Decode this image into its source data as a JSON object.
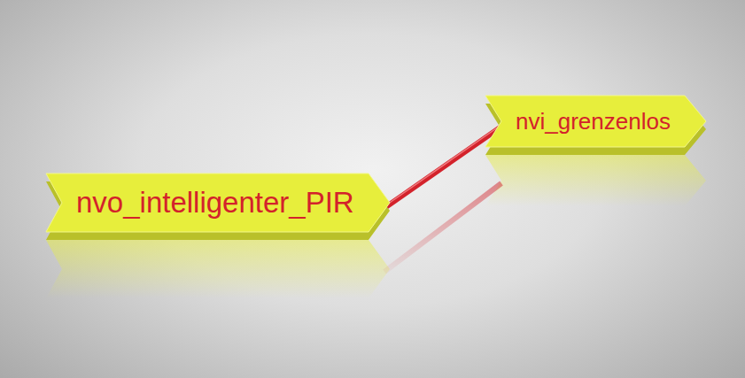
{
  "diagram": {
    "nodes": [
      {
        "text": [
          "nvo_intelligenter_PIR"
        ]
      },
      {
        "text": [
          "nvi_grenzenlos"
        ]
      }
    ],
    "edges": [
      {
        "from": 0,
        "to": 1,
        "arrow": "none"
      }
    ]
  }
}
